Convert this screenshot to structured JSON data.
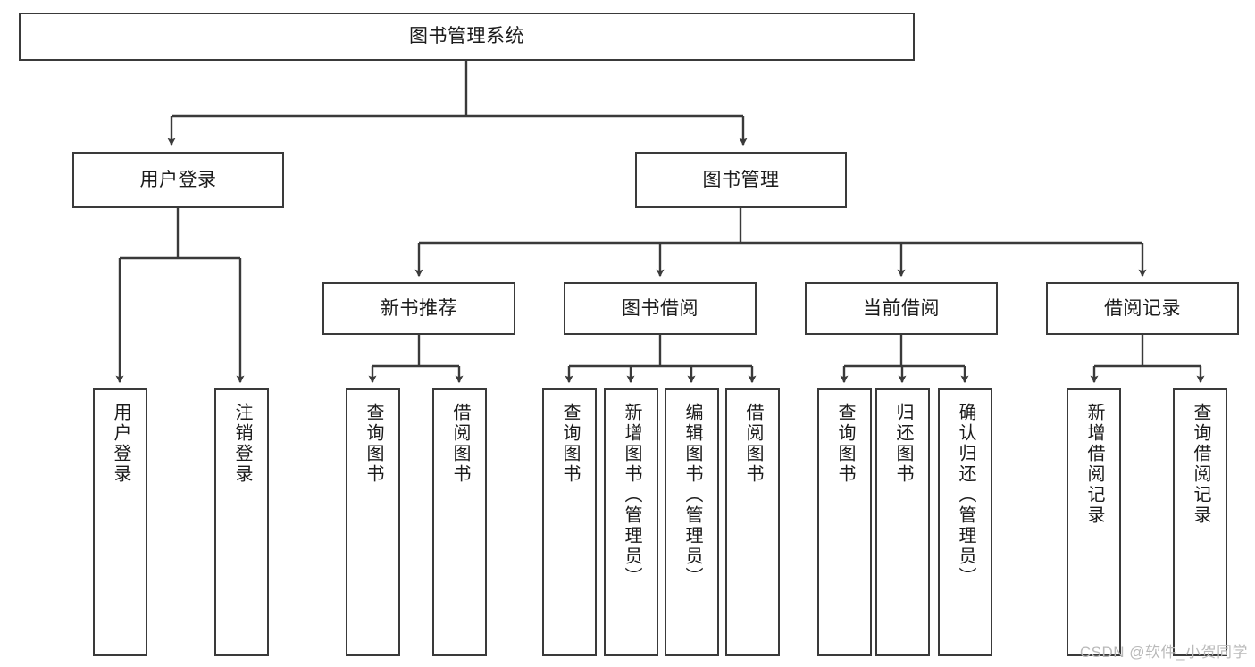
{
  "diagram": {
    "title": "图书管理系统",
    "watermark": "CSDN @软件_小贺同学",
    "stroke_color": "#3a3a3a",
    "text_color": "#1b1b1b",
    "background_color": "#ffffff",
    "nodes": {
      "root": {
        "label": "图书管理系统"
      },
      "level2": [
        {
          "id": "user-login",
          "label": "用户登录"
        },
        {
          "id": "book-management",
          "label": "图书管理"
        }
      ],
      "level3": [
        {
          "id": "new-book-recommend",
          "label": "新书推荐"
        },
        {
          "id": "book-borrow",
          "label": "图书借阅"
        },
        {
          "id": "current-borrow",
          "label": "当前借阅"
        },
        {
          "id": "borrow-record",
          "label": "借阅记录"
        }
      ],
      "leaves": {
        "user-login": [
          {
            "id": "leaf-user-login",
            "label": "用户登录"
          },
          {
            "id": "leaf-logout",
            "label": "注销登录"
          }
        ],
        "new-book-recommend": [
          {
            "id": "leaf-query-book-1",
            "label": "查询图书"
          },
          {
            "id": "leaf-borrow-book-1",
            "label": "借阅图书"
          }
        ],
        "book-borrow": [
          {
            "id": "leaf-query-book-2",
            "label": "查询图书"
          },
          {
            "id": "leaf-add-book",
            "label": "新增图书（管理员）"
          },
          {
            "id": "leaf-edit-book",
            "label": "编辑图书（管理员）"
          },
          {
            "id": "leaf-borrow-book-2",
            "label": "借阅图书"
          }
        ],
        "current-borrow": [
          {
            "id": "leaf-query-book-3",
            "label": "查询图书"
          },
          {
            "id": "leaf-return-book",
            "label": "归还图书"
          },
          {
            "id": "leaf-confirm-return",
            "label": "确认归还（管理员）"
          }
        ],
        "borrow-record": [
          {
            "id": "leaf-add-record",
            "label": "新增借阅记录"
          },
          {
            "id": "leaf-query-record",
            "label": "查询借阅记录"
          }
        ]
      }
    }
  }
}
